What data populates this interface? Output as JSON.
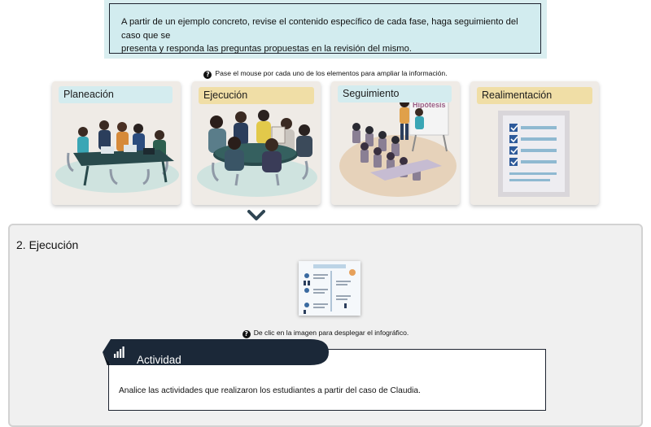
{
  "intro": {
    "line1": "A partir de un ejemplo concreto, revise el contenido específico de cada fase, haga seguimiento del caso que se",
    "line2": "presenta y responda las preguntas propuestas en la revisión del mismo."
  },
  "hint_text": "Pase el mouse por cada uno de los elementos para ampliar la información.",
  "cards": [
    {
      "label": "Planeación",
      "tab_color": "#d4ecef"
    },
    {
      "label": "Ejecución",
      "tab_color": "#f0dea6"
    },
    {
      "label": "Seguimiento",
      "tab_color": "#d4ecef",
      "board_text": "Hipótesis"
    },
    {
      "label": "Realimentación",
      "tab_color": "#f0dea6"
    }
  ],
  "panel": {
    "title": "2. Ejecución",
    "image_hint": "De clic en la imagen para desplegar el infográfico."
  },
  "activity": {
    "title": "Actividad",
    "text": "Analice las actividades que realizaron los estudiantes a partir del caso de Claudia."
  },
  "colors": {
    "dark_navy": "#1b2838",
    "teal_tab": "#d4ecef",
    "yellow_tab": "#f0dea6",
    "chevron": "#2f4553"
  }
}
